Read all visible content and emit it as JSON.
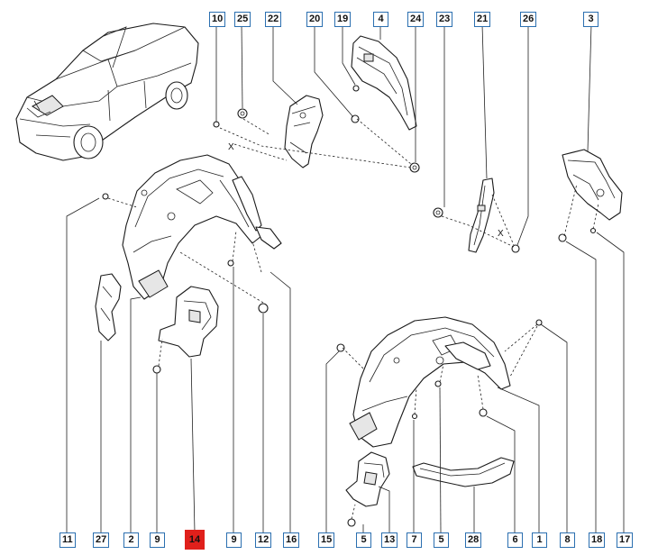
{
  "callouts": {
    "c10": "10",
    "c25": "25",
    "c22": "22",
    "c20": "20",
    "c19": "19",
    "c4": "4",
    "c24": "24",
    "c23": "23",
    "c21": "21",
    "c26": "26",
    "c3": "3",
    "b11": "11",
    "b27": "27",
    "b2": "2",
    "b9a": "9",
    "b14": "14",
    "b9b": "9",
    "b12": "12",
    "b16": "16",
    "b15": "15",
    "b5a": "5",
    "b13": "13",
    "b7": "7",
    "b5b": "5",
    "b28": "28",
    "b6": "6",
    "b1": "1",
    "b8": "8",
    "b18": "18",
    "b17": "17"
  },
  "markers": {
    "x_left": "X",
    "x_mid": "X"
  },
  "colors": {
    "callout_border": "#2b6fb0",
    "highlight": "#e0201b",
    "line": "#1a1a1a"
  }
}
